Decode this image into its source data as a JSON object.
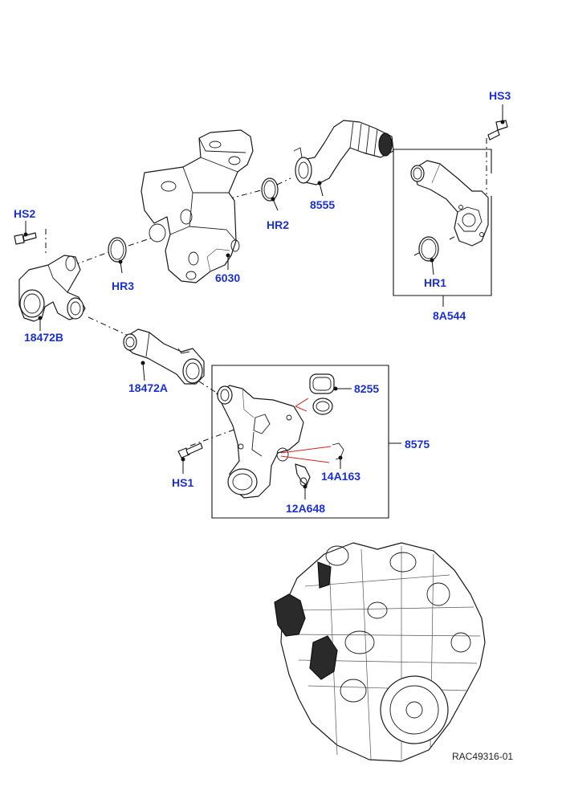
{
  "diagram": {
    "callouts": {
      "hs3": "HS3",
      "hs2": "HS2",
      "hr2": "HR2",
      "p8555": "8555",
      "hr3": "HR3",
      "p6030": "6030",
      "hr1": "HR1",
      "p18472b": "18472B",
      "p8a544": "8A544",
      "p18472a": "18472A",
      "p8255": "8255",
      "p8575": "8575",
      "hs1": "HS1",
      "p14a163": "14A163",
      "p12a648": "12A648"
    },
    "reference_code": "RAC49316-01",
    "colors": {
      "callout": "#1a2fd6",
      "line": "#111111",
      "highlight": "#d42020"
    }
  }
}
